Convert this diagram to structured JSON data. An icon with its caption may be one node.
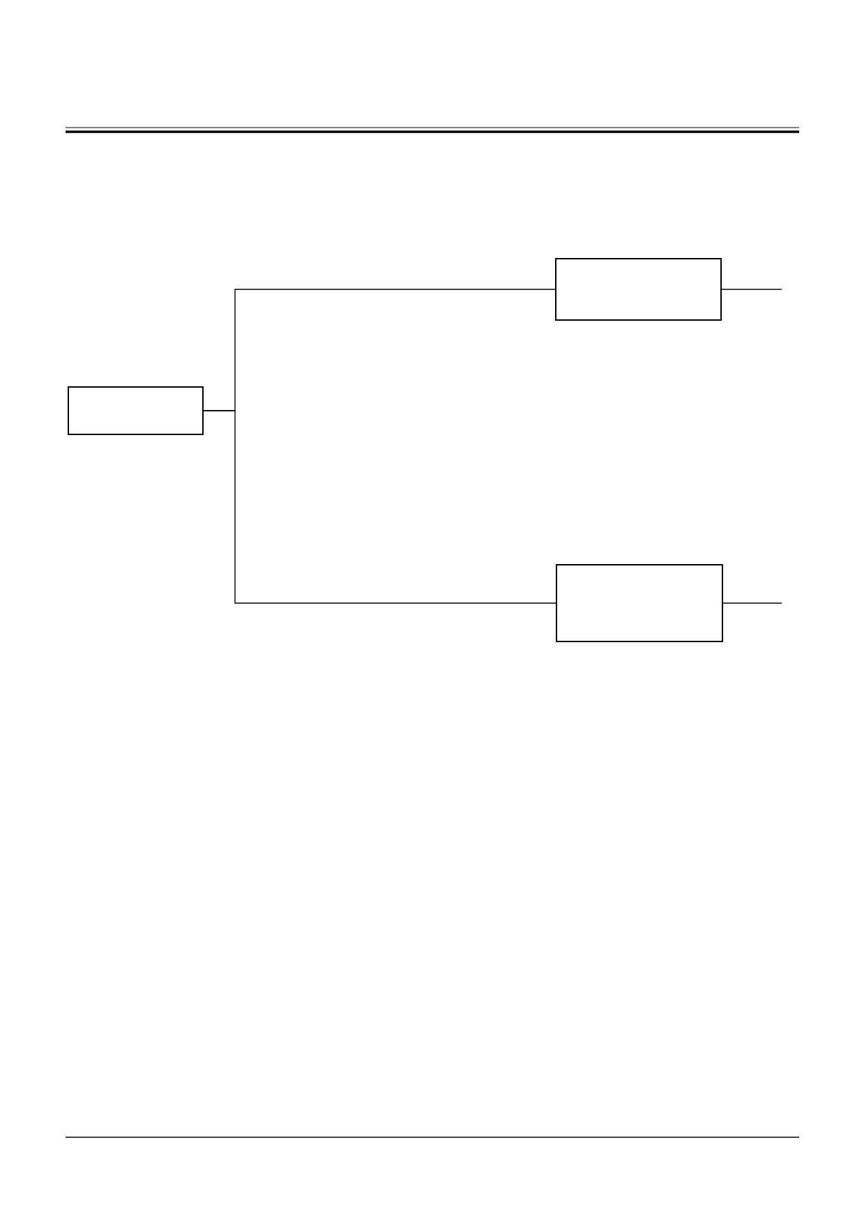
{
  "diagram": {
    "nodes": [
      {
        "text": [],
        "shape": "box"
      },
      {
        "text": [],
        "shape": "box"
      },
      {
        "text": [],
        "shape": "box"
      }
    ],
    "edges": [
      {
        "from": 0,
        "to": 1,
        "arrow": "none"
      },
      {
        "from": 0,
        "to": 2,
        "arrow": "none"
      },
      {
        "from": 1,
        "to": null,
        "arrow": "none"
      },
      {
        "from": 2,
        "to": null,
        "arrow": "none"
      }
    ]
  }
}
